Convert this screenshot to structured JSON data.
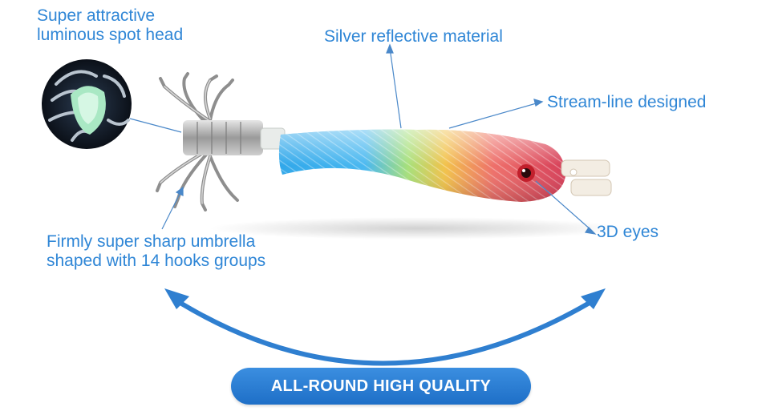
{
  "callouts": {
    "head": {
      "line1": "Super attractive",
      "line2": "luminous spot head"
    },
    "silver": "Silver reflective material",
    "stream": "Stream-line designed",
    "eyes": "3D eyes",
    "hooks": {
      "line1": "Firmly super sharp umbrella",
      "line2": "shaped with 14 hooks groups"
    }
  },
  "badge": {
    "label": "ALL-ROUND HIGH QUALITY"
  },
  "colors": {
    "accent": "#2f86d6",
    "badge": "#2a7fd4"
  },
  "icons": [
    "squid-jig-lure",
    "glow-head-closeup",
    "curved-double-arrow"
  ]
}
